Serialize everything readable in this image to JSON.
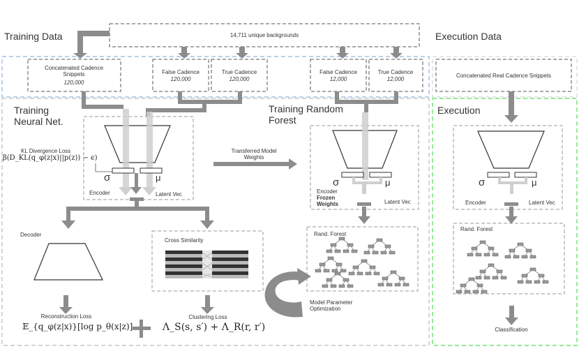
{
  "sections": {
    "training_data": "Training Data",
    "execution_data": "Execution Data",
    "training_nn": "Training\nNeural Net.",
    "training_rf": "Training Random\nForest",
    "execution": "Execution"
  },
  "data_boxes": {
    "backgrounds": "14,711 unique backgrounds",
    "concat_label": "Concatenated Cadence\nSnippets",
    "concat_count": "120,000",
    "false_1_label": "False Cadence",
    "false_1_count": "120,000",
    "true_1_label": "True Cadence",
    "true_1_count": "120,000",
    "false_2_label": "False Cadence",
    "false_2_count": "12,000",
    "true_2_label": "True Cadence",
    "true_2_count": "12,000",
    "real_snippets": "Concatenated Real Cadence Snippets"
  },
  "labels": {
    "kl_loss": "KL Divergence Loss",
    "kl_formula": "β(D_KL(q_φ(z|x)||p(z)) − ϵ)",
    "encoder": "Encoder",
    "latent_vec": "Latent Vec",
    "sigma": "σ",
    "mu": "μ",
    "transferred": "Transferred Model\nWeights",
    "frozen": "Frozen\nWeights",
    "decoder": "Decoder",
    "cross_similarity": "Cross Similarity",
    "rand_forest": "Rand. Forest",
    "model_param_opt": "Model Parameter\nOptimization",
    "reconstruction_loss": "Reconstruction Loss",
    "recon_formula": "𝔼_{q_φ(z|x)}[log p_θ(x|z)]",
    "plus": "+",
    "clustering_loss": "Clustering Loss",
    "cluster_formula": "Λ_S(s, s′) + Λ_R(r, r′)",
    "classification": "Classification"
  },
  "colors": {
    "dash_box": "#555555",
    "blue_region": "#7a9fd4",
    "green_region": "#55dd55",
    "arrow_gray": "#8c8c8c",
    "arrow_light": "#cfcfcf",
    "stripe_dark": "#333333",
    "stripe_light": "#bbbbbb"
  }
}
